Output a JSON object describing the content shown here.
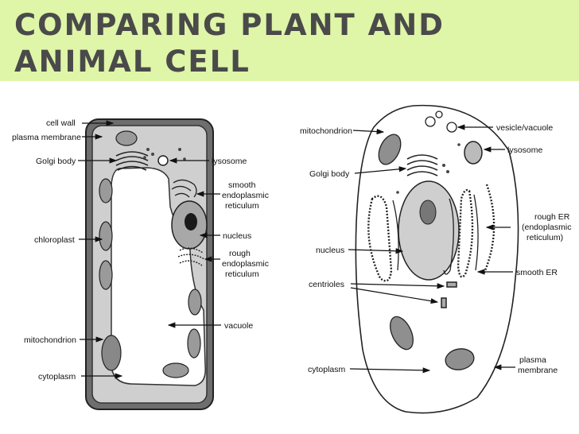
{
  "title": {
    "line1": "COMPARING PLANT AND",
    "line2": "ANIMAL CELL"
  },
  "colors": {
    "title_band": "#dff5a8",
    "title_text": "#4a4a4a"
  },
  "plant_cell": {
    "labels": {
      "cell_wall": "cell wall",
      "plasma_membrane": "plasma membrane",
      "golgi_body": "Golgi body",
      "lysosome": "lysosome",
      "smooth_er_1": "smooth",
      "smooth_er_2": "endoplasmic",
      "smooth_er_3": "reticulum",
      "nucleus": "nucleus",
      "rough_er_1": "rough",
      "rough_er_2": "endoplasmic",
      "rough_er_3": "reticulum",
      "chloroplast": "chloroplast",
      "vacuole": "vacuole",
      "mitochondrion": "mitochondrion",
      "cytoplasm": "cytoplasm"
    }
  },
  "animal_cell": {
    "labels": {
      "mitochondrion": "mitochondrion",
      "vesicle": "vesicle/vacuole",
      "lysosome": "lysosome",
      "golgi_body": "Golgi body",
      "rough_er_1": "rough ER",
      "rough_er_2": "(endoplasmic",
      "rough_er_3": "reticulum)",
      "nucleus": "nucleus",
      "smooth_er": "smooth ER",
      "centrioles": "centrioles",
      "cytoplasm": "cytoplasm",
      "plasma_membrane_1": "plasma",
      "plasma_membrane_2": "membrane"
    }
  }
}
